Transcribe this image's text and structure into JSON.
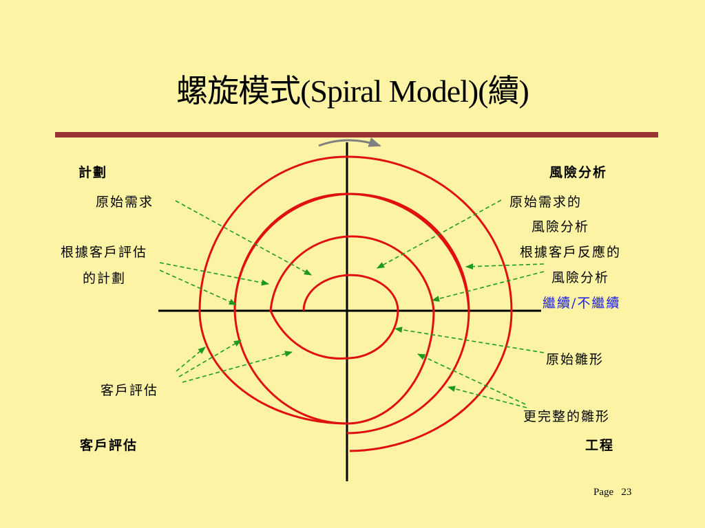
{
  "title": "螺旋模式(Spiral Model)(續)",
  "quadrants": {
    "top_left": "計劃",
    "top_right": "風險分析",
    "bottom_left": "客戶評估",
    "bottom_right": "工程"
  },
  "annotations": {
    "left_initial_requirements": "原始需求",
    "left_plan_line1": "根據客戶評估",
    "left_plan_line2": "的計劃",
    "left_customer_eval": "客戶評估",
    "right_risk_initial_line1": "原始需求的",
    "right_risk_initial_line2": "風險分析",
    "right_risk_feedback_line1": "根據客戶反應的",
    "right_risk_feedback_line2": "風險分析",
    "right_continue": "繼續/不繼續",
    "right_prototype": "原始雛形",
    "right_full_prototype": "更完整的雛形"
  },
  "footer": {
    "page_label": "Page",
    "page_number": "23"
  },
  "colors": {
    "background": "#FCF4A4",
    "spiral": "#E01010",
    "arrows": "#1E9A1E",
    "rule": "#9B3333",
    "continue_text": "#1A1AE6"
  }
}
